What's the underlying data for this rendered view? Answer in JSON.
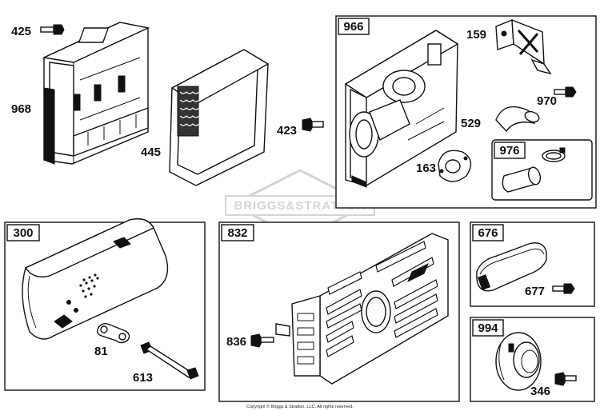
{
  "watermark": "BRIGGS&STRATTON",
  "copyright": "Copyright © Briggs & Stratton, LLC. All rights reserved.",
  "callouts": {
    "p425": "425",
    "p968": "968",
    "p445": "445",
    "p423": "423",
    "p159": "159",
    "p970": "970",
    "p529": "529",
    "p163": "163",
    "p81": "81",
    "p613": "613",
    "p836": "836",
    "p677": "677",
    "p346": "346"
  },
  "boxes": {
    "b966": "966",
    "b976": "976",
    "b300": "300",
    "b832": "832",
    "b676": "676",
    "b994": "994"
  },
  "colors": {
    "line": "#111111",
    "watermark": "#d4d4d4",
    "background": "#ffffff"
  }
}
